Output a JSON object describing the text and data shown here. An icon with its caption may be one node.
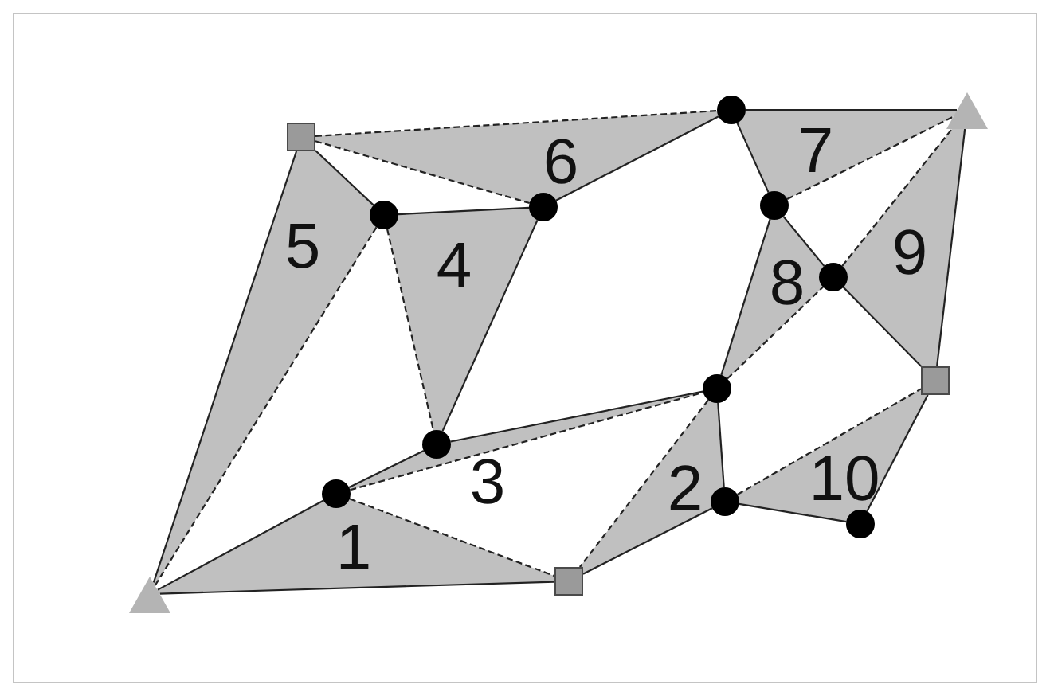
{
  "diagram": {
    "nodes": [
      {
        "text": [
          "1"
        ]
      },
      {
        "text": [
          "2"
        ]
      },
      {
        "text": [
          "3"
        ]
      },
      {
        "text": [
          "4"
        ]
      },
      {
        "text": [
          "5"
        ]
      },
      {
        "text": [
          "6"
        ]
      },
      {
        "text": [
          "7"
        ]
      },
      {
        "text": [
          "8"
        ]
      },
      {
        "text": [
          "9"
        ]
      },
      {
        "text": [
          "10"
        ]
      },
      {
        "text": [],
        "shape": "box"
      },
      {
        "text": [],
        "shape": "circle"
      },
      {
        "text": [],
        "shape": "triangle"
      },
      {
        "text": [],
        "shape": "circle"
      },
      {
        "text": [],
        "shape": "circle"
      },
      {
        "text": [],
        "shape": "circle"
      },
      {
        "text": [],
        "shape": "circle"
      },
      {
        "text": [],
        "shape": "box"
      },
      {
        "text": [],
        "shape": "circle"
      },
      {
        "text": [],
        "shape": "circle"
      },
      {
        "text": [],
        "shape": "circle"
      },
      {
        "text": [],
        "shape": "circle"
      },
      {
        "text": [],
        "shape": "circle"
      },
      {
        "text": [],
        "shape": "box"
      },
      {
        "text": [],
        "shape": "triangle"
      }
    ],
    "edges": [
      {
        "from": 24,
        "to": 10,
        "arrow": "none"
      },
      {
        "from": 10,
        "to": 13,
        "arrow": "none"
      },
      {
        "from": 13,
        "to": 24,
        "arrow": "none",
        "style": "dashed"
      },
      {
        "from": 10,
        "to": 11,
        "arrow": "none",
        "style": "dashed"
      },
      {
        "from": 10,
        "to": 14,
        "arrow": "none",
        "style": "dashed"
      },
      {
        "from": 14,
        "to": 11,
        "arrow": "none"
      },
      {
        "from": 13,
        "to": 14,
        "arrow": "none"
      },
      {
        "from": 14,
        "to": 19,
        "arrow": "none"
      },
      {
        "from": 13,
        "to": 19,
        "arrow": "none",
        "style": "dashed"
      },
      {
        "from": 11,
        "to": 12,
        "arrow": "none"
      },
      {
        "from": 11,
        "to": 15,
        "arrow": "none"
      },
      {
        "from": 15,
        "to": 12,
        "arrow": "none",
        "style": "dashed"
      },
      {
        "from": 15,
        "to": 16,
        "arrow": "none"
      },
      {
        "from": 15,
        "to": 18,
        "arrow": "none"
      },
      {
        "from": 18,
        "to": 16,
        "arrow": "none",
        "style": "dashed"
      },
      {
        "from": 16,
        "to": 12,
        "arrow": "none",
        "style": "dashed"
      },
      {
        "from": 12,
        "to": 17,
        "arrow": "none"
      },
      {
        "from": 16,
        "to": 17,
        "arrow": "none"
      },
      {
        "from": 20,
        "to": 19,
        "arrow": "none"
      },
      {
        "from": 19,
        "to": 18,
        "arrow": "none"
      },
      {
        "from": 20,
        "to": 18,
        "arrow": "none",
        "style": "dashed"
      },
      {
        "from": 24,
        "to": 20,
        "arrow": "none"
      },
      {
        "from": 20,
        "to": 23,
        "arrow": "none",
        "style": "dashed"
      },
      {
        "from": 24,
        "to": 23,
        "arrow": "none"
      },
      {
        "from": 18,
        "to": 23,
        "arrow": "none",
        "style": "dashed"
      },
      {
        "from": 18,
        "to": 21,
        "arrow": "none"
      },
      {
        "from": 21,
        "to": 23,
        "arrow": "none"
      },
      {
        "from": 21,
        "to": 17,
        "arrow": "none",
        "style": "dashed"
      },
      {
        "from": 21,
        "to": 22,
        "arrow": "none"
      },
      {
        "from": 22,
        "to": 17,
        "arrow": "none"
      }
    ]
  }
}
